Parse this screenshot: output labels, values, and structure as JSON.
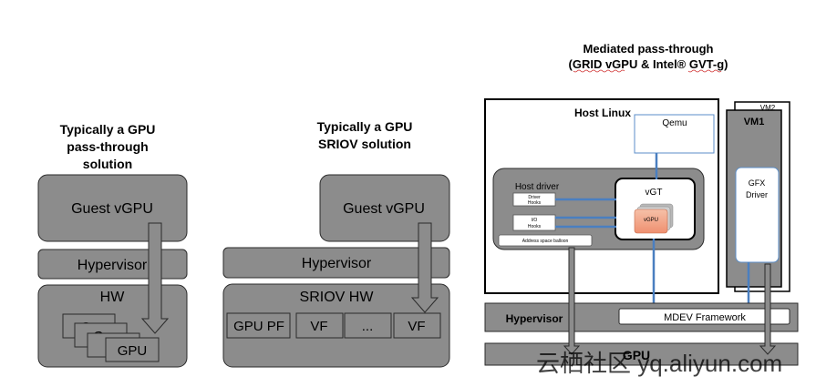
{
  "panel1": {
    "title_lines": [
      "Typically a GPU",
      "pass-through",
      "solution"
    ],
    "guest": "Guest vGPU",
    "hypervisor": "Hypervisor",
    "hw": "HW",
    "card_back_1": "G",
    "card_back_2": "G",
    "card_front": "GPU"
  },
  "panel2": {
    "title_lines": [
      "Typically a GPU",
      "SRIOV solution"
    ],
    "guest": "Guest vGPU",
    "hypervisor": "Hypervisor",
    "hw": "SRIOV HW",
    "pf": "GPU PF",
    "vf1": "VF",
    "ellipsis": "...",
    "vf2": "VF"
  },
  "panel3": {
    "title_lines": [
      "Mediated pass-through",
      "(GRID vGPU & Intel® GVT-g)"
    ],
    "host_linux": "Host Linux",
    "qemu": "Qemu",
    "host_driver": "Host driver",
    "driver_hooks": [
      "Driver",
      "Hooks"
    ],
    "io_hooks": [
      "I/O",
      "Hooks"
    ],
    "address_space": "Address space balloon",
    "vgt": "vGT",
    "vgpu": "vGPU",
    "vm2": "VM2",
    "vm1": "VM1",
    "gfx_driver": [
      "GFX",
      "Driver"
    ],
    "hypervisor": "Hypervisor",
    "mdev": "MDEV Framework",
    "gpu": "GPU"
  },
  "watermark": "云栖社区 yq.aliyun.com"
}
